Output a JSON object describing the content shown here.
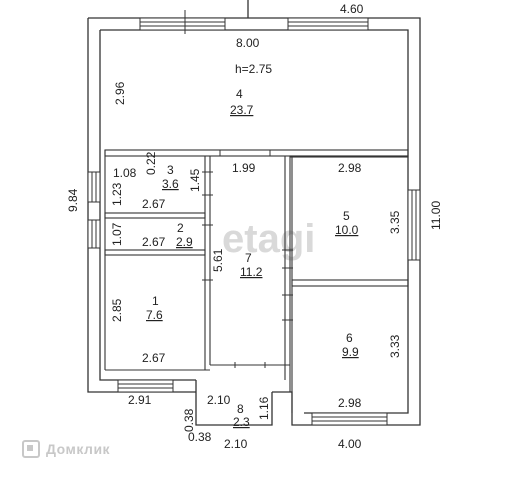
{
  "plan": {
    "height_label": "h=2.75",
    "watermark": "etagi",
    "brand": "Домклик",
    "dims": {
      "top_outer": "4.60",
      "top_inner": "8.00",
      "left_outer": "9.84",
      "right_outer": "11.00",
      "bottom_right": "4.00",
      "bottom_mid": "2.10",
      "bottom_left": "2.91",
      "r4_height": "2.96",
      "r3_width": "1.08",
      "r3_wall": "0.22",
      "r3_height": "1.23",
      "r3_floor": "2.67",
      "r2_height": "1.07",
      "r2_floor": "2.67",
      "r1_height": "2.85",
      "r1_floor": "2.67",
      "r7_top": "1.99",
      "r7_side1": "1.45",
      "r7_side2": "5.61",
      "r5_top": "2.98",
      "r5_height": "3.35",
      "r6_height": "3.33",
      "r6_floor": "2.98",
      "r8_top": "2.10",
      "r8_height": "1.16",
      "step_h": "0.38",
      "step_w": "0.38"
    },
    "rooms": [
      {
        "num": "4",
        "area": "23.7"
      },
      {
        "num": "3",
        "area": "3.6"
      },
      {
        "num": "2",
        "area": "2.9"
      },
      {
        "num": "1",
        "area": "7.6"
      },
      {
        "num": "7",
        "area": "11.2"
      },
      {
        "num": "5",
        "area": "10.0"
      },
      {
        "num": "6",
        "area": "9.9"
      },
      {
        "num": "8",
        "area": "2.3"
      }
    ]
  }
}
